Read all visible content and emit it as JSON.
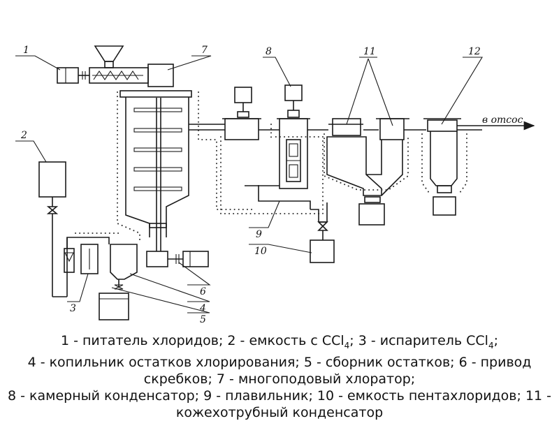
{
  "labels": {
    "n1": "1",
    "n2": "2",
    "n3": "3",
    "n4": "4",
    "n5": "5",
    "n6": "6",
    "n7": "7",
    "n8": "8",
    "n9": "9",
    "n10": "10",
    "n11": "11",
    "n12": "12"
  },
  "outlet_label": "в отсос",
  "caption": {
    "p1": "1 - питатель хлоридов; 2 - емкость с CCl",
    "s1": "4",
    "p2": "; 3 - испаритель CCl",
    "s2": "4",
    "p3": ";",
    "p4": "4 - копильник остатков хлорирования; 5 - сборник остатков; 6 - привод скребков; 7 - многоподовый хлоратор;",
    "p5": "8 - камерный конденсатор; 9 - плавильник; 10 - емкость пентахлоридов; 11 - кожехотрубный конденсатор"
  }
}
